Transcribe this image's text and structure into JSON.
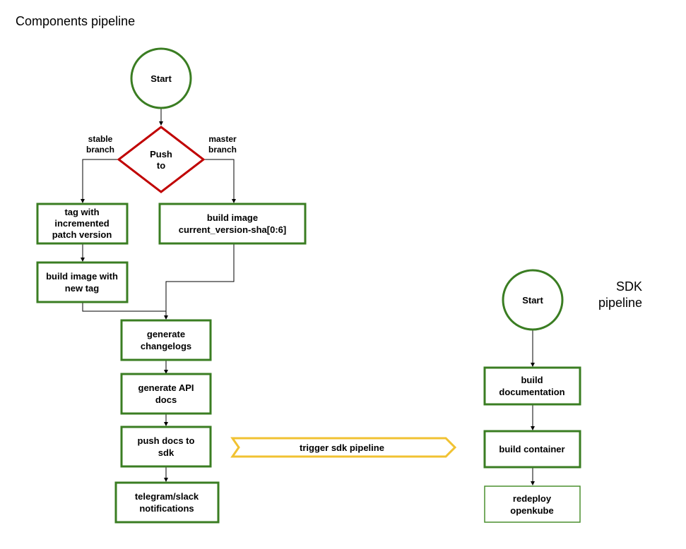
{
  "titles": {
    "components": "Components pipeline",
    "sdk_line1": "SDK",
    "sdk_line2": "pipeline"
  },
  "colors": {
    "box_border": "#3a7d22",
    "box_border_light": "#4a8f2e",
    "decision_border": "#c00000",
    "trigger_border": "#f1c232",
    "line": "#000000"
  },
  "components": {
    "start": "Start",
    "decision": [
      "Push",
      "to"
    ],
    "left_branch_label": [
      "stable",
      "branch"
    ],
    "right_branch_label": [
      "master",
      "branch"
    ],
    "tag_box": [
      "tag with",
      "incremented",
      "patch version"
    ],
    "build_new_tag": [
      "build image with",
      "new tag"
    ],
    "build_image": [
      "build image",
      "current_version-sha[0:6]"
    ],
    "changelogs": [
      "generate",
      "changelogs"
    ],
    "api_docs": [
      "generate API",
      "docs"
    ],
    "push_docs": [
      "push docs to",
      "sdk"
    ],
    "notifications": [
      "telegram/slack",
      "notifications"
    ]
  },
  "trigger": "trigger sdk pipeline",
  "sdk": {
    "start": "Start",
    "build_docs": [
      "build",
      "documentation"
    ],
    "build_container": "build container",
    "redeploy": [
      "redeploy",
      "openkube"
    ]
  }
}
